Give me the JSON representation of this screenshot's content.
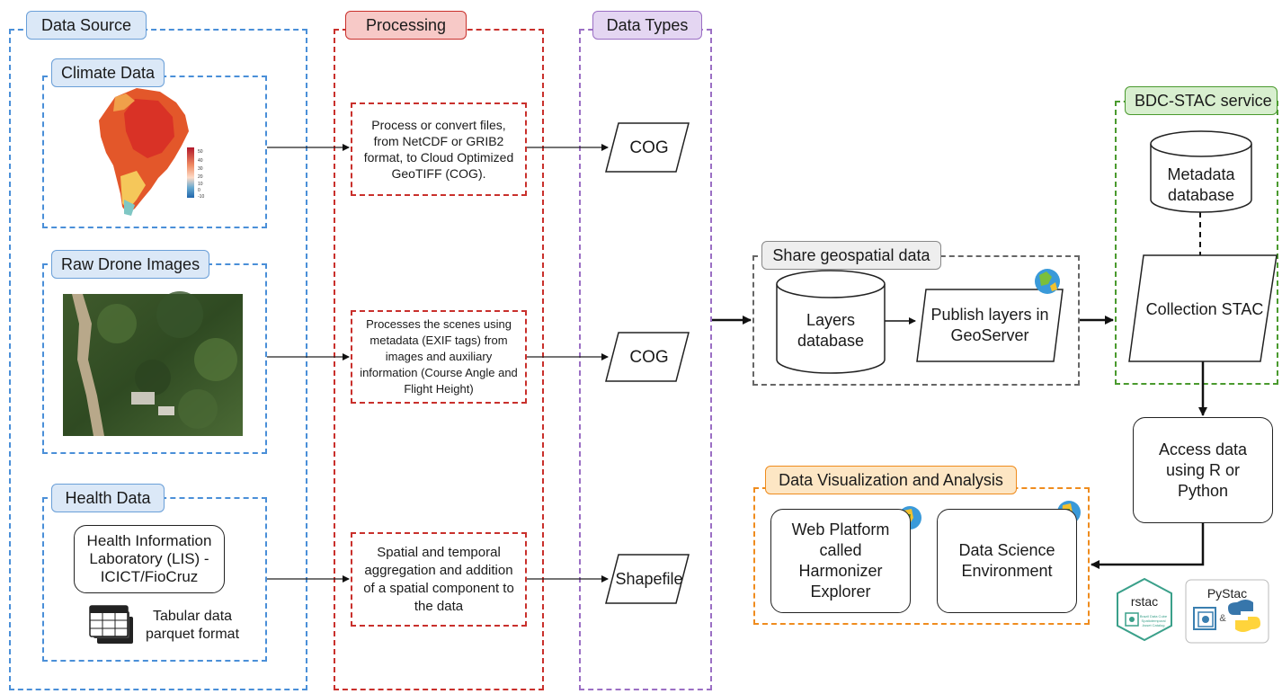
{
  "lanes": {
    "data_source": "Data Source",
    "processing": "Processing",
    "data_types": "Data Types"
  },
  "sources": {
    "climate": "Climate Data",
    "drone": "Raw Drone Images",
    "health": "Health Data",
    "health_lab": "Health Information Laboratory (LIS) - ICICT/FioCruz",
    "tabular": "Tabular data parquet format",
    "legend_ticks": [
      "50",
      "40",
      "30",
      "20",
      "10",
      "0",
      "-10"
    ]
  },
  "processing": {
    "p1": "Process or convert files, from NetCDF or GRIB2 format, to Cloud Optimized GeoTIFF (COG).",
    "p2": "Processes the scenes using metadata (EXIF tags) from images and auxiliary information (Course Angle and Flight Height)",
    "p3": "Spatial and temporal aggregation and addition of a spatial component to the data"
  },
  "types": {
    "t1": "COG",
    "t2": "COG",
    "t3": "Shapefile"
  },
  "share": {
    "title": "Share geospatial data",
    "layers_db": "Layers database",
    "publish": "Publish layers in GeoServer"
  },
  "stac": {
    "title": "BDC-STAC service",
    "metadata_db": "Metadata database",
    "collection": "Collection STAC",
    "access": "Access data using R or Python"
  },
  "viz": {
    "title": "Data Visualization and Analysis",
    "web": "Web Platform called Harmonizer Explorer",
    "dse": "Data Science Environment"
  },
  "logos": {
    "rstac": "rstac",
    "rstac_sub": "Brazil Data Cube Spatiotemporal Asset Catalog",
    "pystac": "PyStac",
    "amp": "&"
  }
}
